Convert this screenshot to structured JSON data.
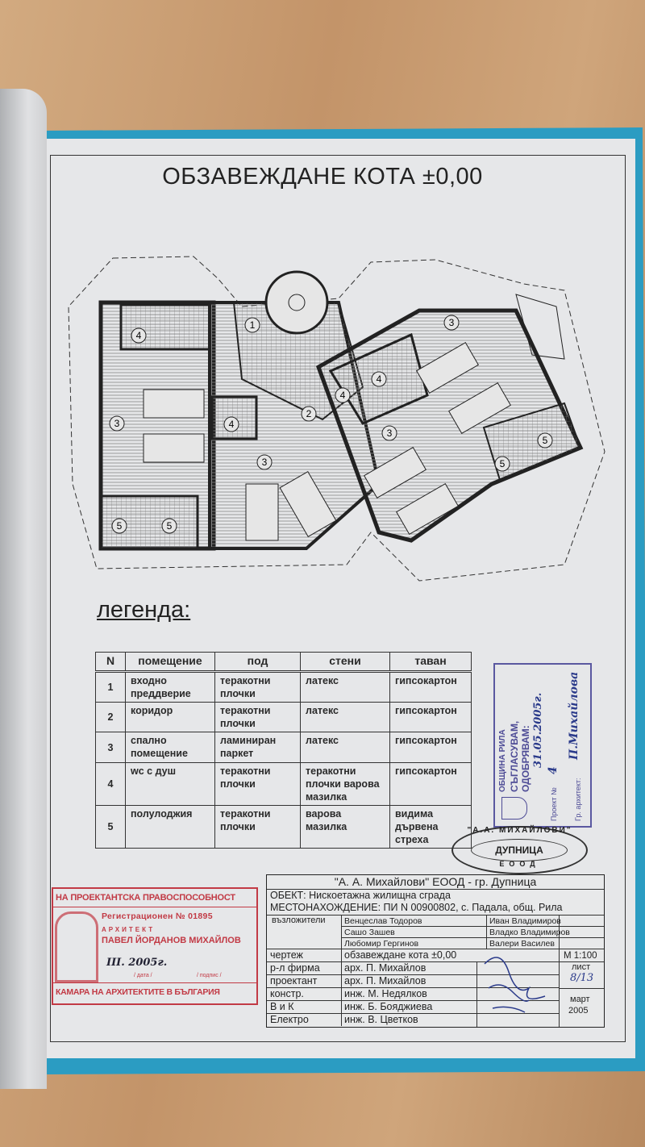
{
  "title": "ОБЗАВЕЖДАНЕ КОТА  ±0,00",
  "plan": {
    "room_markers": [
      "4",
      "3",
      "4",
      "3",
      "1",
      "2",
      "3",
      "4",
      "4",
      "3",
      "5",
      "5",
      "5",
      "5"
    ]
  },
  "legend": {
    "heading": "легенда:",
    "columns": [
      "N",
      "помещение",
      "под",
      "стени",
      "таван"
    ],
    "rows": [
      {
        "n": "1",
        "room": "входно преддверие",
        "floor": "теракотни плочки",
        "walls": "латекс",
        "ceiling": "гипсокартон"
      },
      {
        "n": "2",
        "room": "коридор",
        "floor": "теракотни плочки",
        "walls": "латекс",
        "ceiling": "гипсокартон"
      },
      {
        "n": "3",
        "room": "спално помещение",
        "floor": "ламиниран паркет",
        "walls": "латекс",
        "ceiling": "гипсокартон"
      },
      {
        "n": "4",
        "room": "wc с душ",
        "floor": "теракотни плочки",
        "walls": "теракотни плочки варова мазилка",
        "ceiling": "гипсокартон"
      },
      {
        "n": "5",
        "room": "полулоджия",
        "floor": "теракотни плочки",
        "walls": "варова мазилка",
        "ceiling": "видима дървена стреха"
      }
    ]
  },
  "title_block": {
    "company": "\"А. А. Михайлови\" ЕООД - гр. Дупница",
    "object": "ОБЕКТ: Нискоетажна жилищна сграда",
    "location": "МЕСТОНАХОЖДЕНИЕ: ПИ  N 00900802, с. Падала, общ. Рила",
    "clients_label": "възложители",
    "clients": [
      "Венцеслав Тодоров",
      "Сашо Зашев",
      "Любомир Гергинов",
      "Иван Владимиров",
      "Владко Владимиров",
      "Валери Василев"
    ],
    "drawing_label": "чертеж",
    "drawing": "обзавеждане кота ±0,00",
    "scale": "М 1:100",
    "sheet_label": "лист",
    "sheet": "8/13",
    "month": "март",
    "year": "2005",
    "roles": [
      {
        "label": "р-л фирма",
        "name": "арх. П. Михайлов"
      },
      {
        "label": "проектант",
        "name": "арх. П. Михайлов"
      },
      {
        "label": "констр.",
        "name": "инж. М. Недялков"
      },
      {
        "label": "В и К",
        "name": "инж. Б. Бояджиева"
      },
      {
        "label": "Електро",
        "name": "инж. В. Цветков"
      }
    ]
  },
  "stamp_architect": {
    "line1": "НА ПРОЕКТАНТСКА ПРАВОСПОСОБНОСТ",
    "reg": "Регистрационен № 01895",
    "role": "АРХИТЕКТ",
    "name": "ПАВЕЛ ЙОРДАНОВ МИХАЙЛОВ",
    "date": "III. 2005г.",
    "date_label": "/ дата /",
    "sign_label": "/ подпис /",
    "bottom": "КАМАРА НА АРХИТЕКТИТЕ В БЪЛГАРИЯ"
  },
  "stamp_municipality": {
    "org": "ОБЩИНА РИЛА",
    "line1": "СЪГЛАСУВАМ,",
    "line2": "ОДОБРЯВАМ:",
    "date": "31.05.2005г.",
    "project_label": "Проект №",
    "project_no": "4",
    "date_label": "Гр. архитект:",
    "signer": "П.Михайлова"
  },
  "stamp_company": {
    "top": "\"А.А. МИХАЙЛОВИ\"",
    "center": "ДУПНИЦА",
    "bottom": "ЕООД"
  },
  "colors": {
    "folder": "#2b9cc2",
    "paper": "#e6e7e9",
    "stamp_red": "#c23a45",
    "stamp_purple": "#4e4c96"
  }
}
